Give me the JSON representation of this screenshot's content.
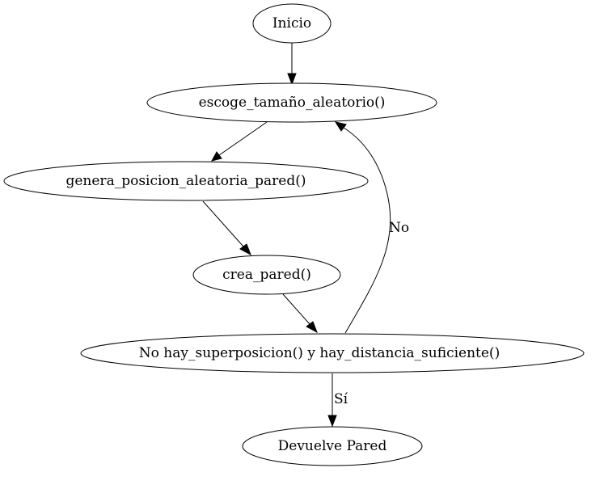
{
  "diagram": {
    "type": "flowchart",
    "nodes": {
      "inicio": "Inicio",
      "escoge": "escoge_tamaño_aleatorio()",
      "genera": "genera_posicion_aleatoria_pared()",
      "crea": "crea_pared()",
      "condicion": "No hay_superposicion() y hay_distancia_suficiente()",
      "devuelve": "Devuelve Pared"
    },
    "edges": [
      {
        "from": "inicio",
        "to": "escoge",
        "label": ""
      },
      {
        "from": "escoge",
        "to": "genera",
        "label": ""
      },
      {
        "from": "genera",
        "to": "crea",
        "label": ""
      },
      {
        "from": "crea",
        "to": "condicion",
        "label": ""
      },
      {
        "from": "condicion",
        "to": "escoge",
        "label": "No"
      },
      {
        "from": "condicion",
        "to": "devuelve",
        "label": "Sí"
      }
    ],
    "edge_labels": {
      "no": "No",
      "si": "Sí"
    }
  }
}
